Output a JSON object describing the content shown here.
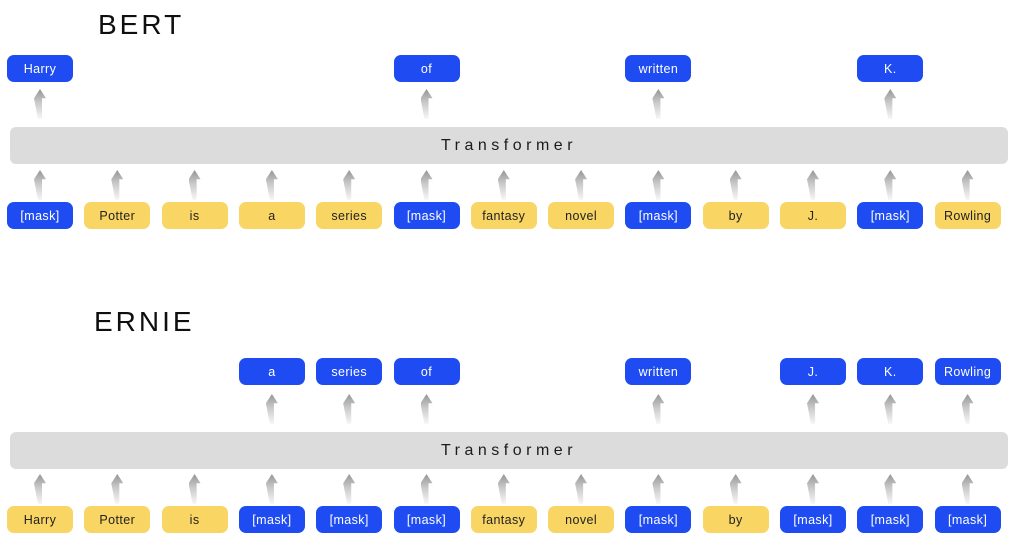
{
  "diagram": {
    "colors": {
      "masked_box": "#1e4cf2",
      "token_box": "#f9d564",
      "transformer_bar": "#dcdcdc",
      "masked_text": "#ffffff",
      "token_text": "#222222",
      "arrow_top": "#949494",
      "arrow_bottom": "#f7f7f7"
    },
    "sections": [
      {
        "id": "bert",
        "title": "BERT",
        "transformer_label": "Transformer",
        "inputs": [
          {
            "label": "[mask]",
            "masked": true
          },
          {
            "label": "Potter",
            "masked": false
          },
          {
            "label": "is",
            "masked": false
          },
          {
            "label": "a",
            "masked": false
          },
          {
            "label": "series",
            "masked": false
          },
          {
            "label": "[mask]",
            "masked": true
          },
          {
            "label": "fantasy",
            "masked": false
          },
          {
            "label": "novel",
            "masked": false
          },
          {
            "label": "[mask]",
            "masked": true
          },
          {
            "label": "by",
            "masked": false
          },
          {
            "label": "J.",
            "masked": false
          },
          {
            "label": "[mask]",
            "masked": true
          },
          {
            "label": "Rowling",
            "masked": false
          }
        ],
        "outputs": [
          {
            "col": 0,
            "label": "Harry"
          },
          {
            "col": 5,
            "label": "of"
          },
          {
            "col": 8,
            "label": "written"
          },
          {
            "col": 11,
            "label": "K."
          }
        ]
      },
      {
        "id": "ernie",
        "title": "ERNIE",
        "transformer_label": "Transformer",
        "inputs": [
          {
            "label": "Harry",
            "masked": false
          },
          {
            "label": "Potter",
            "masked": false
          },
          {
            "label": "is",
            "masked": false
          },
          {
            "label": "[mask]",
            "masked": true
          },
          {
            "label": "[mask]",
            "masked": true
          },
          {
            "label": "[mask]",
            "masked": true
          },
          {
            "label": "fantasy",
            "masked": false
          },
          {
            "label": "novel",
            "masked": false
          },
          {
            "label": "[mask]",
            "masked": true
          },
          {
            "label": "by",
            "masked": false
          },
          {
            "label": "[mask]",
            "masked": true
          },
          {
            "label": "[mask]",
            "masked": true
          },
          {
            "label": "[mask]",
            "masked": true
          }
        ],
        "outputs": [
          {
            "col": 3,
            "label": "a"
          },
          {
            "col": 4,
            "label": "series"
          },
          {
            "col": 5,
            "label": "of"
          },
          {
            "col": 8,
            "label": "written"
          },
          {
            "col": 10,
            "label": "J."
          },
          {
            "col": 11,
            "label": "K."
          },
          {
            "col": 12,
            "label": "Rowling"
          }
        ]
      }
    ]
  }
}
